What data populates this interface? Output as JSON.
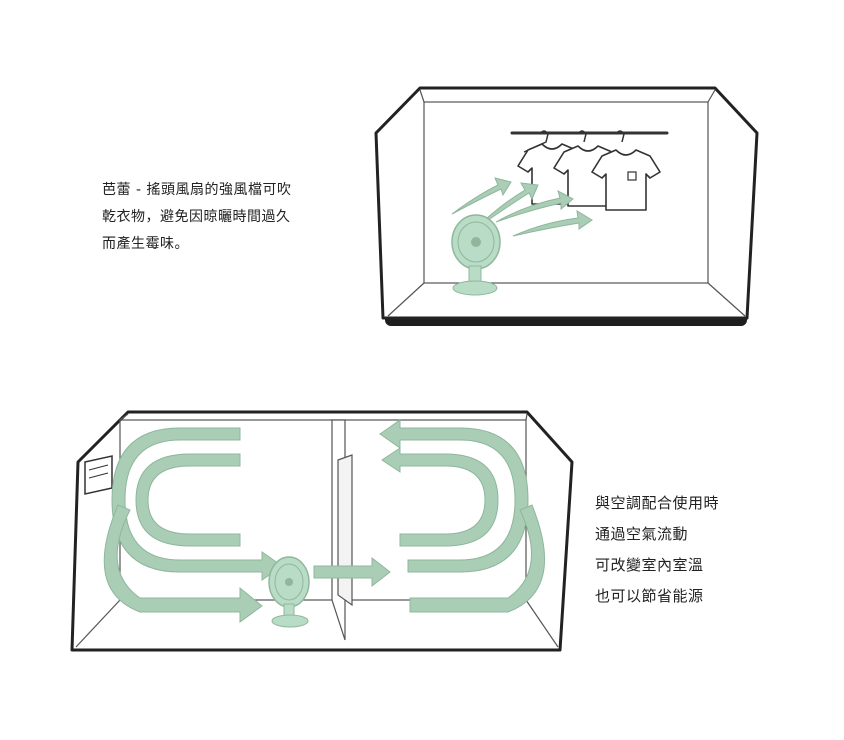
{
  "panel_top": {
    "caption_lines": [
      "芭蕾 - 搖頭風扇的強風檔可吹",
      "乾衣物，避免因晾曬時間過久",
      "而產生霉味。"
    ]
  },
  "panel_bottom": {
    "caption_lines": [
      "與空調配合使用時",
      "通過空氣流動",
      "可改變室內室溫",
      "也可以節省能源"
    ]
  },
  "colors": {
    "arrow_green": "#a9cdb5",
    "arrow_green_dark": "#8fb79c",
    "fan_green": "#b9dcc6",
    "outline": "#222222",
    "floor_shadow": "#1e1e1e"
  },
  "icons": [
    "fan-icon",
    "tshirt-icon",
    "hanger-icon",
    "air-conditioner-icon",
    "airflow-arrow-icon"
  ]
}
